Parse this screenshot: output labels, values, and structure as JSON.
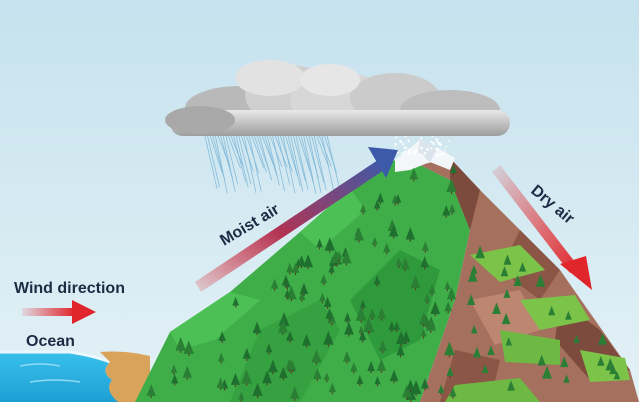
{
  "labels": {
    "wind_direction": "Wind direction",
    "ocean": "Ocean",
    "moist_air": "Moist air",
    "dry_air": "Dry air"
  },
  "colors": {
    "sky": "#cfe6ef",
    "ocean": "#2fb6e6",
    "forest": "#3fae49",
    "forest_dark": "#2e8b3a",
    "rock": "#a5705d",
    "rock_dark": "#7d4b3d",
    "snow": "#f4f7fa",
    "cloud": "#cfcfcf",
    "arrow_red": "#e0262b",
    "arrow_blue": "#3d5aa8",
    "text": "#1f2a44"
  },
  "icons": [
    "cloud-icon",
    "rain-icon",
    "snowfall-icon",
    "wind-arrow-icon",
    "moist-air-arrow-icon",
    "dry-air-arrow-icon",
    "mountain-icon",
    "ocean-icon"
  ]
}
